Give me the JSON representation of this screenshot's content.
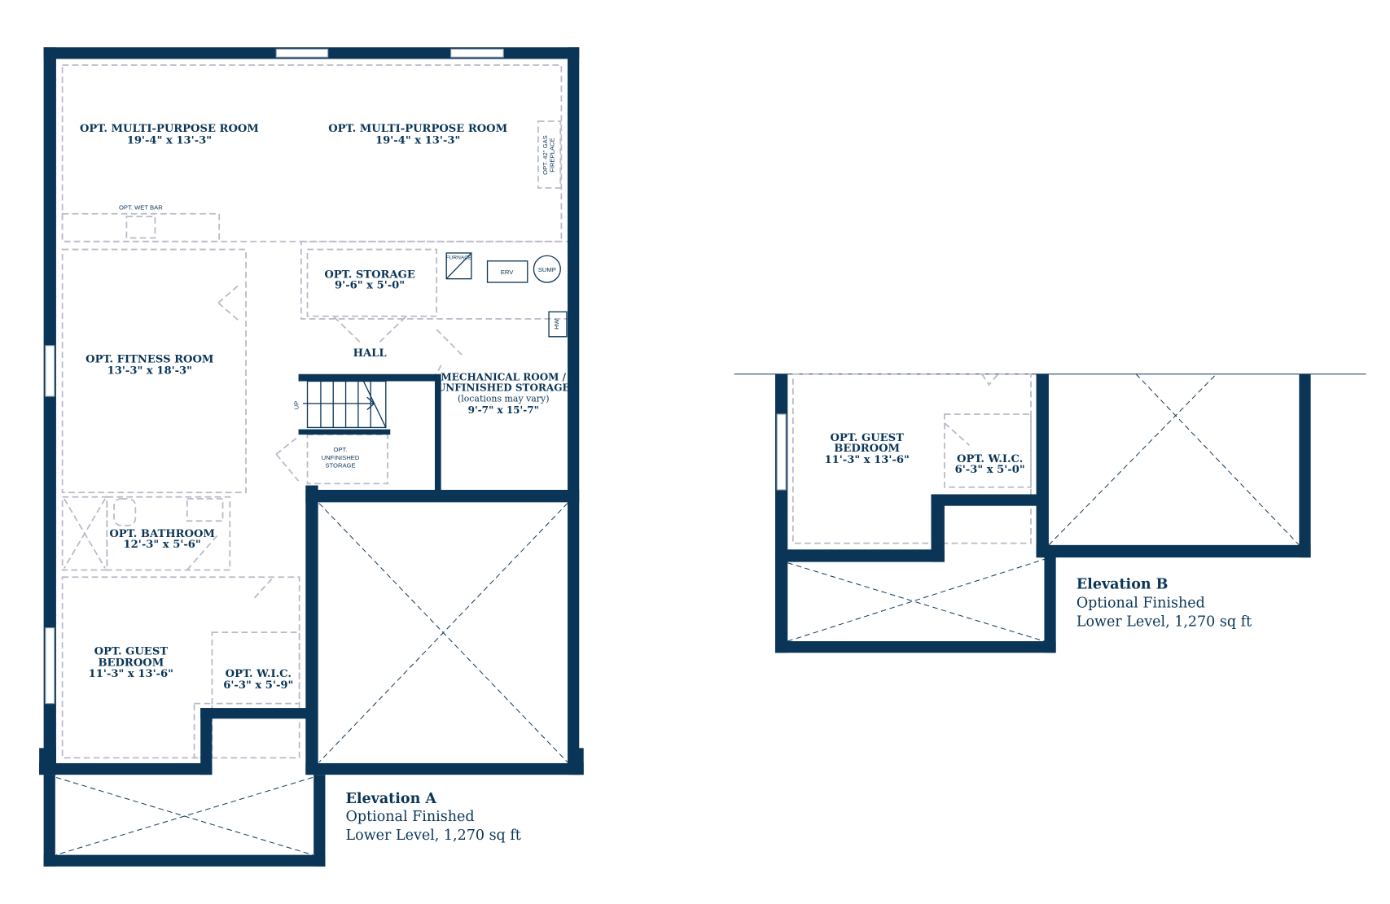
{
  "elevation_a": {
    "rooms": {
      "multi1": {
        "name": "OPT. MULTI-PURPOSE ROOM",
        "size": "19'-4\" x 13'-3\""
      },
      "multi2": {
        "name": "OPT. MULTI-PURPOSE ROOM",
        "size": "19'-4\" x 13'-3\""
      },
      "fireplace": {
        "line1": "OPT. 42\" GAS",
        "line2": "FIREPLACE"
      },
      "wetbar": "OPT. WET BAR",
      "fitness": {
        "name": "OPT. FITNESS ROOM",
        "size": "13'-3\" x 18'-3\""
      },
      "storage": {
        "name": "OPT. STORAGE",
        "size": "9'-6\" x 5'-0\""
      },
      "hall": "HALL",
      "furnace": "FURNACE",
      "erv": "ERV",
      "sump": "SUMP",
      "hw": "HW",
      "mechanical": {
        "line1": "MECHANICAL ROOM /",
        "line2": "UNFINISHED STORAGE",
        "note": "(locations may vary)",
        "size": "9'-7\" x 15'-7\""
      },
      "stairs_up": "UP",
      "unfinished": {
        "line1": "OPT.",
        "line2": "UNFINISHED",
        "line3": "STORAGE"
      },
      "bathroom": {
        "name": "OPT. BATHROOM",
        "size": "12'-3\" x 5'-6\""
      },
      "guest": {
        "line1": "OPT. GUEST",
        "line2": "BEDROOM",
        "size": "11'-3\" x 13'-6\""
      },
      "wic": {
        "name": "OPT. W.I.C.",
        "size": "6'-3\" x 5'-9\""
      }
    },
    "caption": {
      "title": "Elevation A",
      "line2": "Optional Finished",
      "line3": "Lower Level, 1,270 sq ft"
    }
  },
  "elevation_b": {
    "rooms": {
      "guest": {
        "line1": "OPT. GUEST",
        "line2": "BEDROOM",
        "size": "11'-3\" x 13'-6\""
      },
      "wic": {
        "name": "OPT. W.I.C.",
        "size": "6'-3\" x 5'-0\""
      }
    },
    "caption": {
      "title": "Elevation B",
      "line2": "Optional Finished",
      "line3": "Lower Level, 1,270 sq ft"
    }
  },
  "colors": {
    "wall": "#0b3556",
    "dashed": "#b9b9c9"
  }
}
